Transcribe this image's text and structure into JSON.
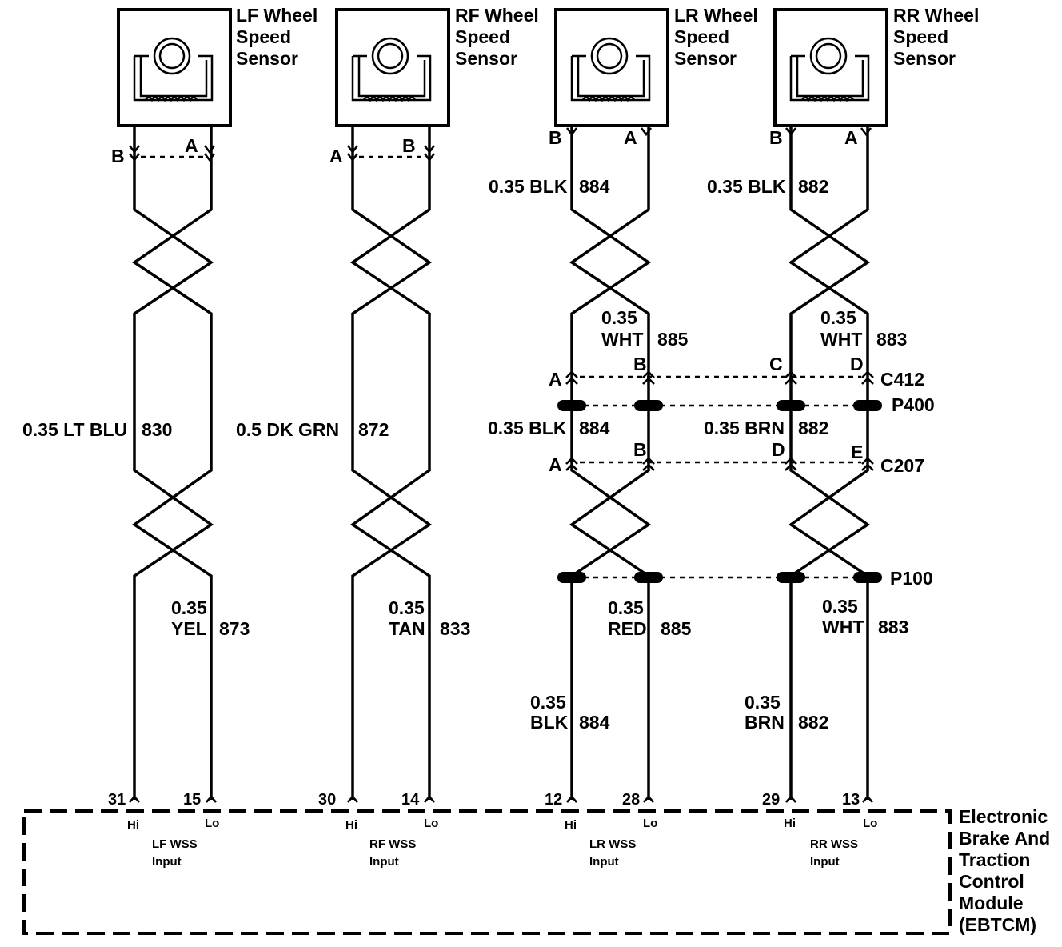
{
  "sensors": [
    {
      "name_lines": [
        "LF Wheel",
        "Speed",
        "Sensor"
      ],
      "left_pin": "B",
      "right_pin": "A"
    },
    {
      "name_lines": [
        "RF Wheel",
        "Speed",
        "Sensor"
      ],
      "left_pin": "A",
      "right_pin": "B"
    },
    {
      "name_lines": [
        "LR Wheel",
        "Speed",
        "Sensor"
      ],
      "left_pin": "B",
      "right_pin": "A"
    },
    {
      "name_lines": [
        "RR Wheel",
        "Speed",
        "Sensor"
      ],
      "left_pin": "B",
      "right_pin": "A"
    }
  ],
  "wire_labels": {
    "lr_top": {
      "gauge_color": "0.35 BLK",
      "circuit": "884"
    },
    "rr_top": {
      "gauge_color": "0.35 BLK",
      "circuit": "882"
    },
    "lr_mid_gauge": "0.35",
    "lr_mid_color": "WHT",
    "lr_mid_circuit": "885",
    "rr_mid_gauge": "0.35",
    "rr_mid_color": "WHT",
    "rr_mid_circuit": "883",
    "lf_main": {
      "gauge_color": "0.35 LT BLU",
      "circuit": "830"
    },
    "rf_main": {
      "gauge_color": "0.5 DK GRN",
      "circuit": "872"
    },
    "lr_between": {
      "gauge_color": "0.35 BLK",
      "circuit": "884"
    },
    "rr_between": {
      "gauge_color": "0.35 BRN",
      "circuit": "882"
    },
    "lf_bottom": {
      "gauge": "0.35",
      "color": "YEL",
      "circuit": "873"
    },
    "rf_bottom": {
      "gauge": "0.35",
      "color": "TAN",
      "circuit": "833"
    },
    "lr_bottom_lo": {
      "gauge": "0.35",
      "color": "RED",
      "circuit": "885"
    },
    "rr_bottom_lo": {
      "gauge": "0.35",
      "color": "WHT",
      "circuit": "883"
    },
    "lr_bottom_hi": {
      "gauge": "0.35",
      "color": "BLK",
      "circuit": "884"
    },
    "rr_bottom_hi": {
      "gauge": "0.35",
      "color": "BRN",
      "circuit": "882"
    }
  },
  "connectors": {
    "c412": {
      "name": "C412",
      "pins": [
        "A",
        "B",
        "C",
        "D"
      ]
    },
    "p400": {
      "name": "P400"
    },
    "c207": {
      "name": "C207",
      "pins": [
        "A",
        "B",
        "D",
        "E"
      ]
    },
    "p100": {
      "name": "P100"
    }
  },
  "module_pins": [
    {
      "hi": "31",
      "lo": "15",
      "input_lines": [
        "LF WSS",
        "Input"
      ]
    },
    {
      "hi": "30",
      "lo": "14",
      "input_lines": [
        "RF WSS",
        "Input"
      ]
    },
    {
      "hi": "12",
      "lo": "28",
      "input_lines": [
        "LR WSS",
        "Input"
      ]
    },
    {
      "hi": "29",
      "lo": "13",
      "input_lines": [
        "RR WSS",
        "Input"
      ]
    }
  ],
  "hi_label": "Hi",
  "lo_label": "Lo",
  "module_name_lines": [
    "Electronic",
    "Brake And",
    "Traction",
    "Control",
    "Module",
    "(EBTCM)"
  ]
}
